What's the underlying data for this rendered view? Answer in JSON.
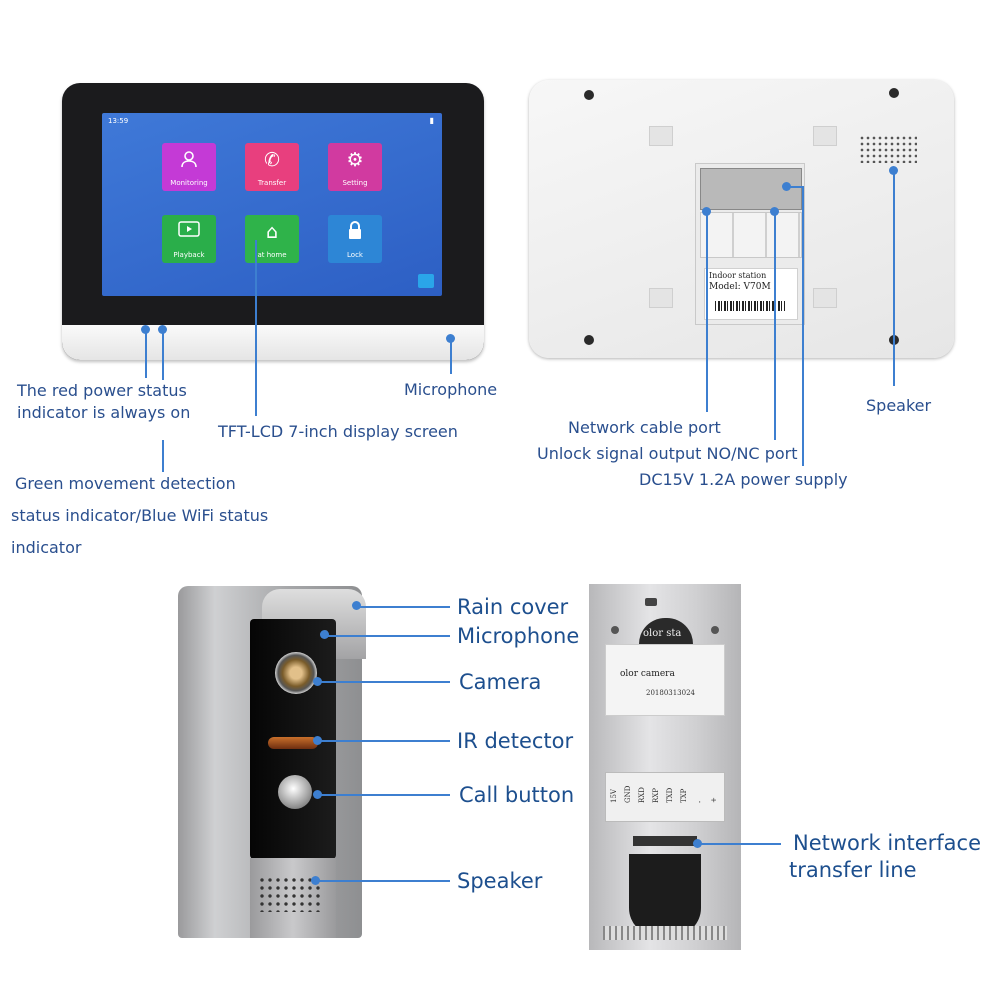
{
  "monitor": {
    "time": "13:59",
    "apps": [
      {
        "label": "Monitoring",
        "icon": "person-icon",
        "color": "#c43ad6"
      },
      {
        "label": "Transfer",
        "icon": "phone-icon",
        "color": "#e83f7e"
      },
      {
        "label": "Setting",
        "icon": "gear-icon",
        "color": "#d13aa0"
      },
      {
        "label": "Playback",
        "icon": "playback-icon",
        "color": "#2aae4a"
      },
      {
        "label": "at home",
        "icon": "home-icon",
        "color": "#2fb34a"
      },
      {
        "label": "Lock",
        "icon": "lock-icon",
        "color": "#2d86d6"
      }
    ],
    "sticker_line1": "Indoor station",
    "sticker_line2": "Model: V70M"
  },
  "labels": {
    "red_power": "The red power status",
    "red_power_2": "indicator is always on",
    "microphone_top": "Microphone",
    "display": "TFT-LCD 7-inch display screen",
    "green_movement": "Green movement detection",
    "green_movement_2": "status indicator/Blue WiFi status",
    "green_movement_3": "indicator",
    "network_port": "Network cable port",
    "unlock_port": "Unlock signal output NO/NC port",
    "power_supply": "DC15V 1.2A power supply",
    "speaker_top": "Speaker",
    "rain_cover": "Rain cover",
    "microphone_bottom": "Microphone",
    "camera": "Camera",
    "ir_detector": "IR detector",
    "call_button": "Call button",
    "speaker_bottom": "Speaker",
    "network_interface": "Network interface",
    "transfer_line": "transfer line"
  },
  "outdoor_back": {
    "cutout_text": "olor sta",
    "sticker_text": "olor camera",
    "serial": "20180313024",
    "pins": [
      "15V",
      "GND",
      "RXD",
      "RXP",
      "TXD",
      "TXP",
      "-",
      "+"
    ]
  },
  "colors": {
    "accent": "#3d7fd0",
    "label": "#2a4f8e"
  }
}
